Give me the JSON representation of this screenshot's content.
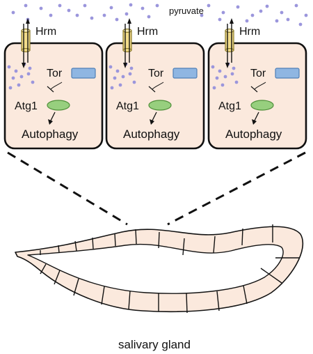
{
  "labels": {
    "pyruvate": "pyruvate",
    "transporter": "Hrm",
    "kinase": "Tor",
    "atg": "Atg1",
    "process": "Autophagy",
    "tissue": "salivary gland"
  },
  "colors": {
    "cell_fill": "#fbe9dd",
    "cell_stroke": "#111111",
    "dot": "#9b96dc",
    "tor_fill": "#8fb6e2",
    "tor_stroke": "#4f7fb6",
    "atg1_fill": "#97cf7e",
    "atg1_stroke": "#4f8f3a",
    "channel_fill": "#f2dc8a",
    "channel_stroke": "#8a7a2a",
    "gland_fill": "#fbe9dd"
  },
  "cells": [
    {
      "name": "cell-1"
    },
    {
      "name": "cell-2"
    },
    {
      "name": "cell-3"
    }
  ]
}
